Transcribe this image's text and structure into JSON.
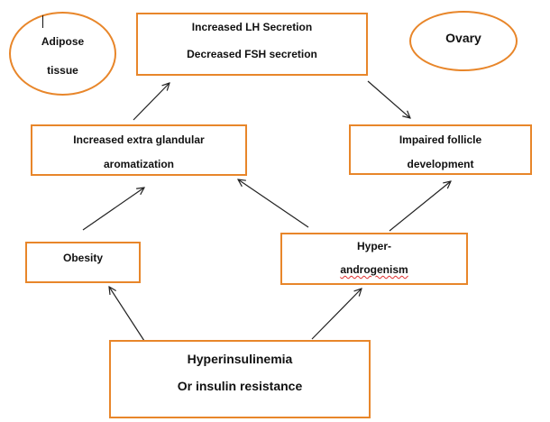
{
  "nodes": {
    "lh_fsh": {
      "line1": "Increased LH Secretion",
      "line2": "Decreased FSH secretion"
    },
    "aromatization": {
      "line1": "Increased extra glandular",
      "line2": "aromatization"
    },
    "follicle": {
      "line1": "Impaired follicle",
      "line2": "development"
    },
    "obesity": {
      "line1": "Obesity"
    },
    "hyperandrogenism": {
      "line1": "Hyper-",
      "line2": "androgenism"
    },
    "hyperinsulinemia": {
      "line1": "Hyperinsulinemia",
      "line2": "Or insulin resistance"
    },
    "adipose": {
      "line1": "Adipose",
      "line2": "tissue"
    },
    "ovary": {
      "line1": "Ovary"
    }
  },
  "colors": {
    "border": "#e8862a",
    "arrow": "#222222",
    "spellcheck": "#e03030"
  }
}
